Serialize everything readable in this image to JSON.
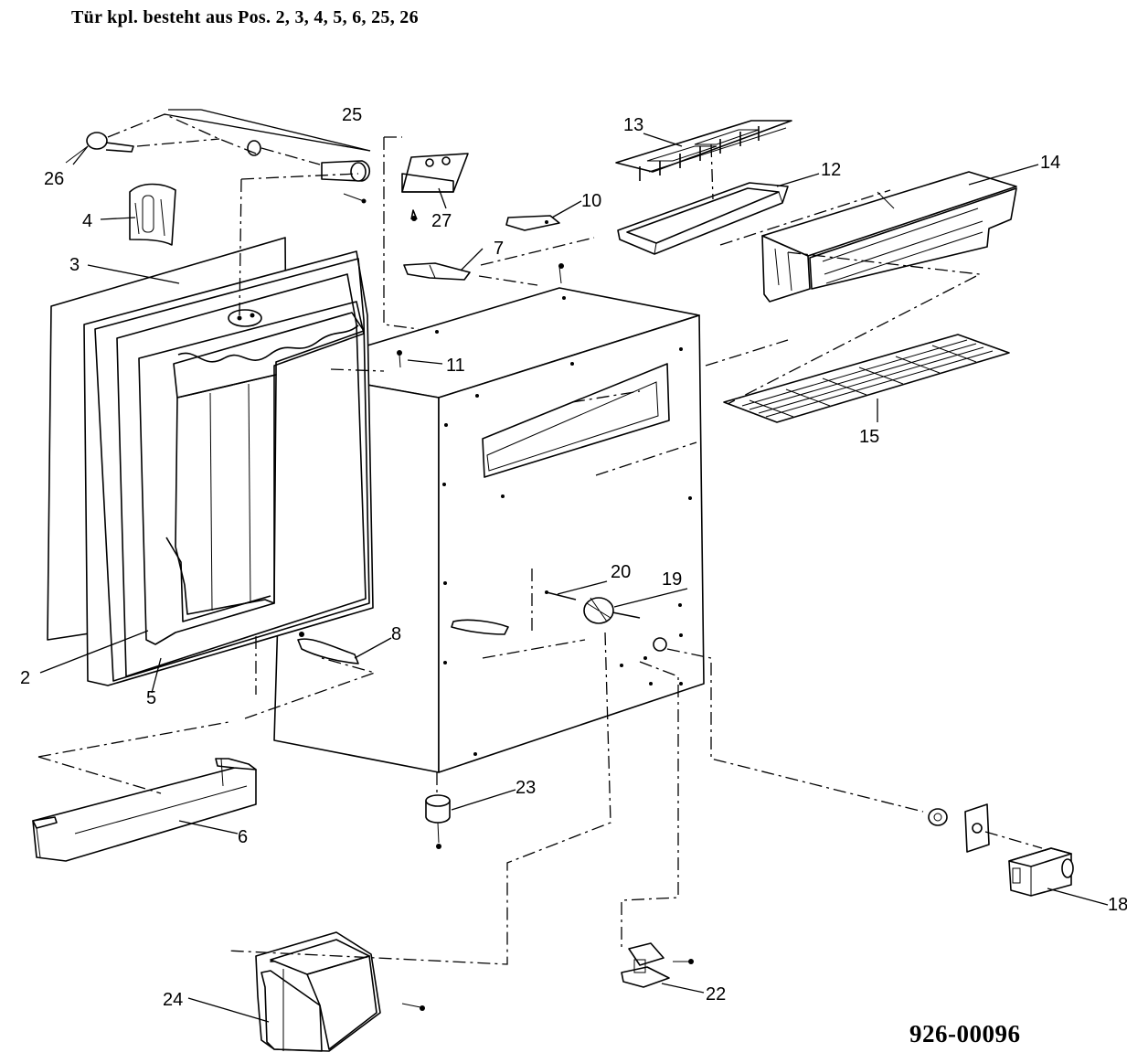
{
  "header": {
    "title": "Tür kpl. besteht aus Pos. 2, 3, 4, 5, 6, 25, 26"
  },
  "footer": {
    "document_number": "926-00096"
  },
  "labels": {
    "p2": "2",
    "p3": "3",
    "p4": "4",
    "p5": "5",
    "p6": "6",
    "p7": "7",
    "p8": "8",
    "p10": "10",
    "p11": "11",
    "p12": "12",
    "p13": "13",
    "p14": "14",
    "p15": "15",
    "p18": "18",
    "p19": "19",
    "p20": "20",
    "p22": "22",
    "p23": "23",
    "p24": "24",
    "p25": "25",
    "p26": "26",
    "p27": "27"
  }
}
